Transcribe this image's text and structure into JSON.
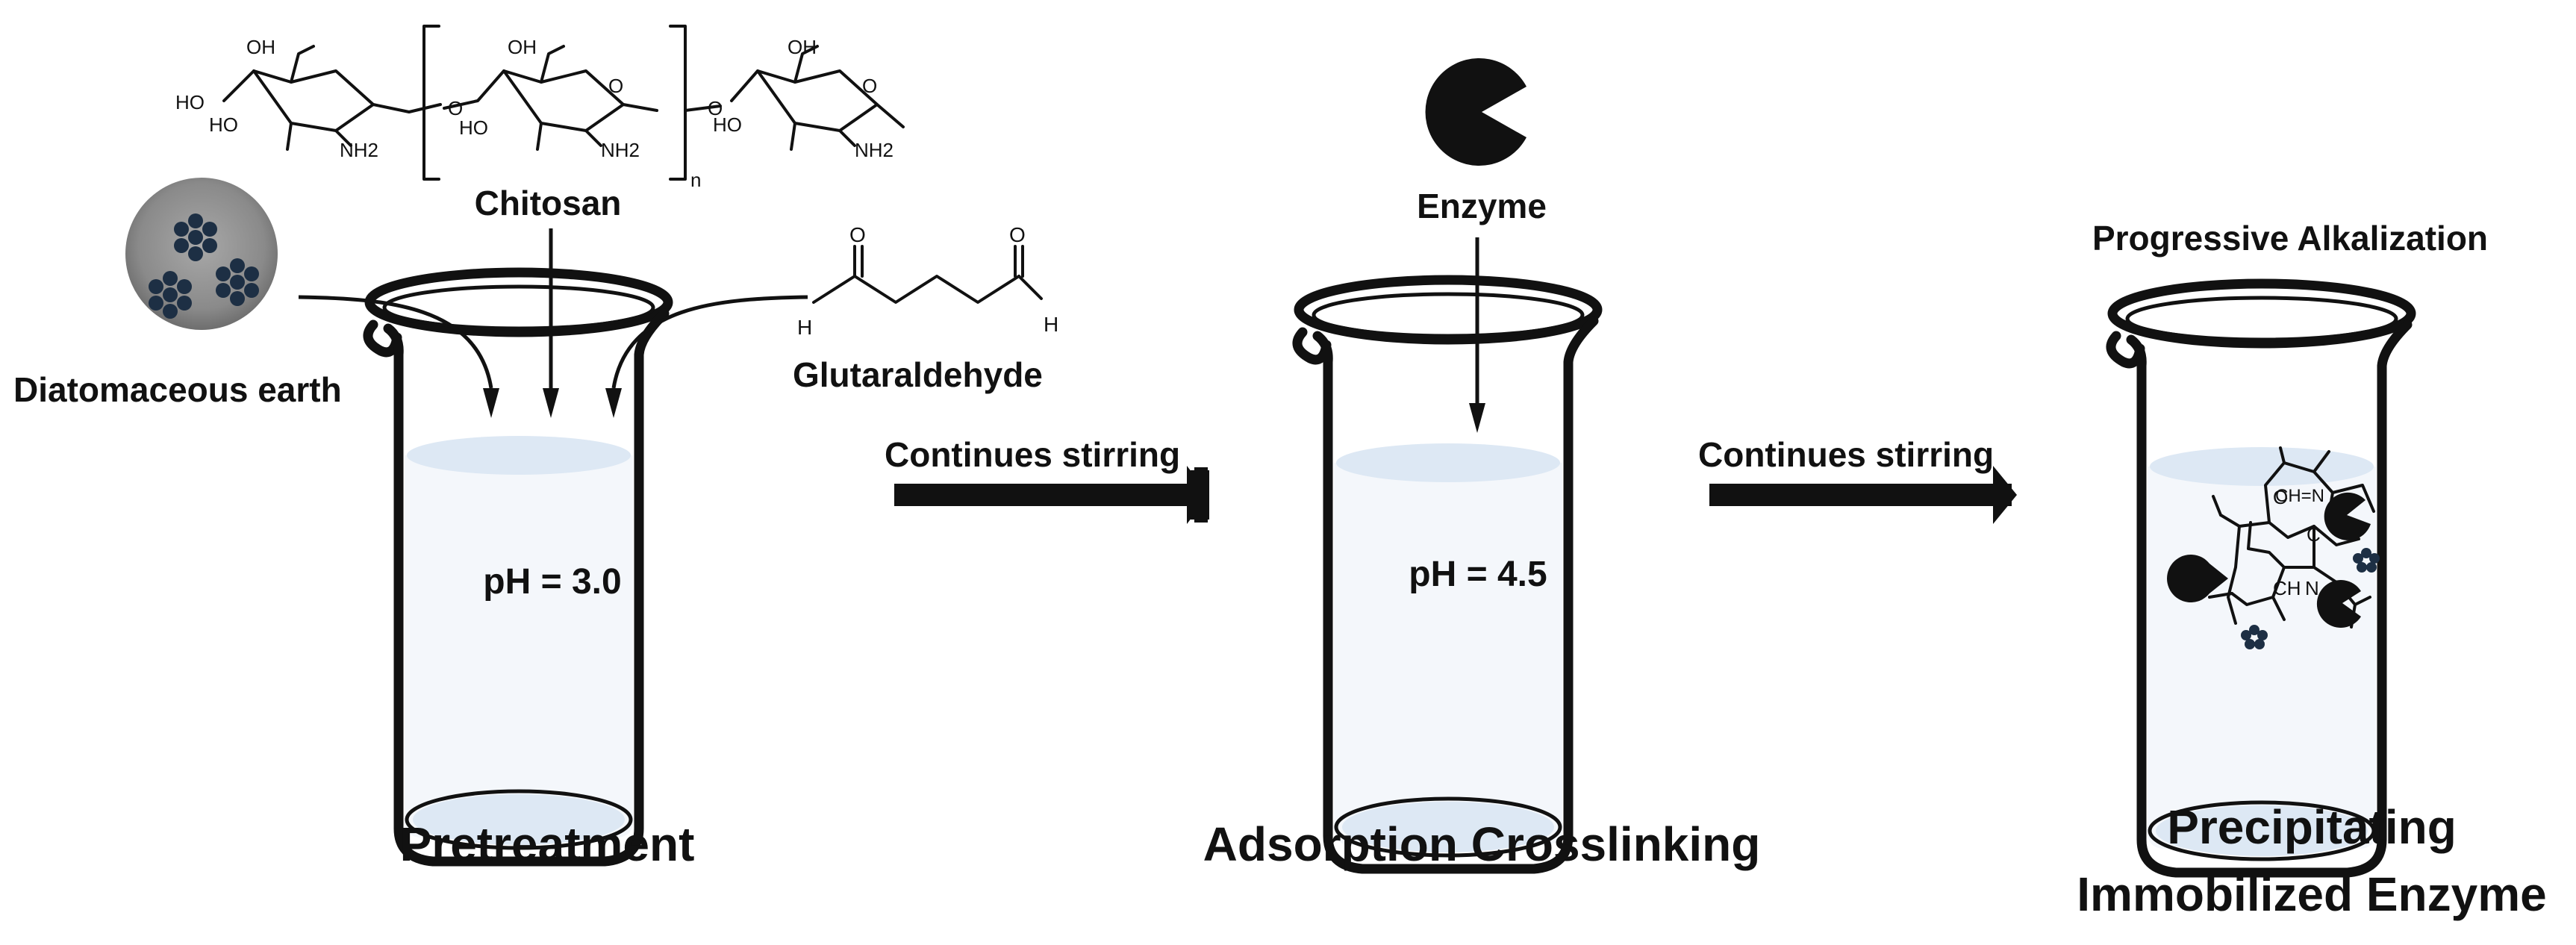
{
  "labels": {
    "chitosan": "Chitosan",
    "diatomaceous_earth": "Diatomaceous earth",
    "glutaraldehyde": "Glutaraldehyde",
    "enzyme": "Enzyme",
    "progressive_alkalization": "Progressive Alkalization",
    "continues_stirring_1": "Continues stirring",
    "continues_stirring_2": "Continues stirring",
    "ph_1": "pH = 3.0",
    "ph_2": "pH = 4.5"
  },
  "stages": {
    "pretreatment": "Pretreatment",
    "adsorption_crosslinking": "Adsorption Crosslinking",
    "precipitating_line1": "Precipitating",
    "precipitating_line2": "Immobilized Enzyme"
  },
  "chemistry": {
    "ho": "HO",
    "oh": "OH",
    "o": "O",
    "nh2": "NH2",
    "n_subscript": "n",
    "h": "H",
    "ch_eq_n": "CH=N",
    "ch": "CH",
    "n": "N",
    "c": "C"
  },
  "colors": {
    "ink": "#111111",
    "liquid": "#dde8f4",
    "particle_disk": "#8a8a8a",
    "particle_dot": "#1d2f44"
  }
}
